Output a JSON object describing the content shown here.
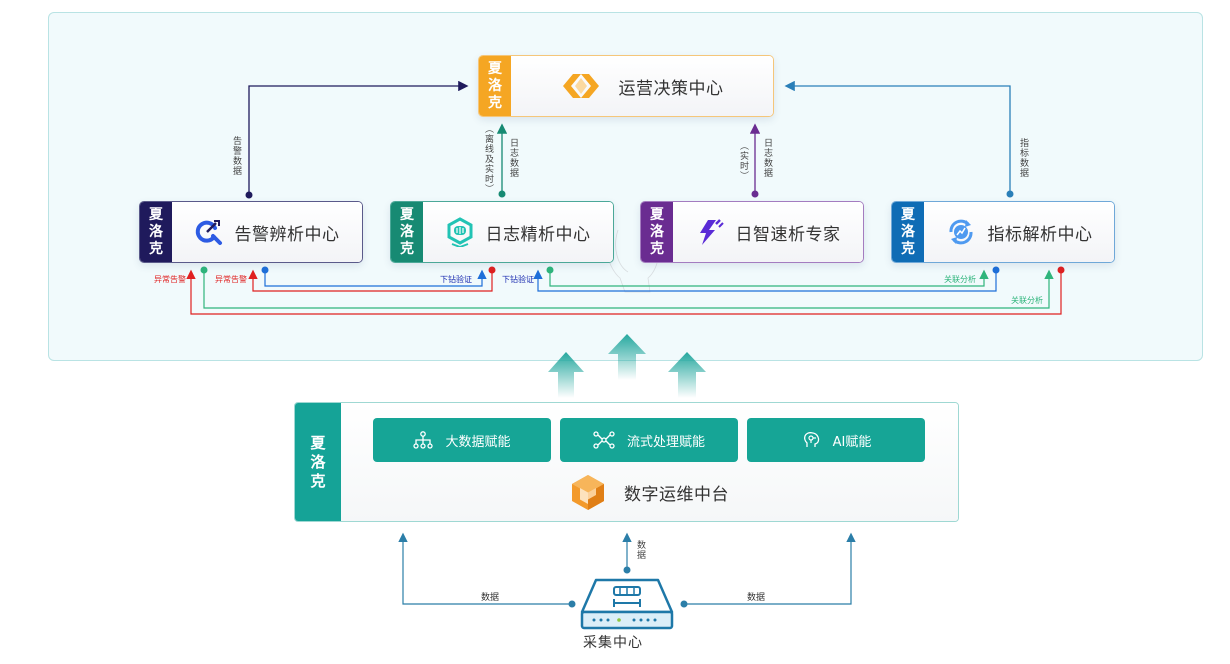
{
  "brand": {
    "chars": [
      "夏",
      "洛",
      "克"
    ]
  },
  "colors": {
    "decision": "#f5a623",
    "alarm": "#1f1a5c",
    "log": "#178a73",
    "smart": "#6a2c91",
    "metric": "#0f6cb5",
    "platform": "#16a596",
    "red": "#e02020",
    "green": "#2fb57c",
    "blue": "#1e6fd9"
  },
  "top": {
    "decision_center": {
      "label": "运营决策中心",
      "icon": "diamond-logo-icon"
    }
  },
  "middle": {
    "nodes": [
      {
        "id": "alarm",
        "label": "告警辨析中心",
        "icon": "target-search-icon"
      },
      {
        "id": "log",
        "label": "日志精析中心",
        "icon": "audio-wave-shield-icon"
      },
      {
        "id": "smart",
        "label": "日智速析专家",
        "icon": "lightning-bolt-icon"
      },
      {
        "id": "metric",
        "label": "指标解析中心",
        "icon": "refresh-chart-icon"
      }
    ]
  },
  "flows": {
    "alarm_to_decision": "告警数据",
    "log_to_decision": "日志数据",
    "log_to_decision_note": "（离线及实时）",
    "smart_to_decision": "日志数据",
    "smart_to_decision_note": "（实时）",
    "metric_to_decision": "指标数据",
    "anomaly_alarm_1": "异常告警",
    "anomaly_alarm_2": "异常告警",
    "drill_verify_1": "下钻验证",
    "drill_verify_2": "下钻验证",
    "correlation_1": "关联分析",
    "correlation_2": "关联分析"
  },
  "platform": {
    "title": "数字运维中台",
    "capabilities": [
      {
        "label": "大数据赋能",
        "icon": "hierarchy-icon"
      },
      {
        "label": "流式处理赋能",
        "icon": "network-nodes-icon"
      },
      {
        "label": "AI赋能",
        "icon": "ai-head-icon"
      }
    ]
  },
  "collector": {
    "label": "采集中心",
    "flow_left": "数据",
    "flow_center": "数据",
    "flow_right": "数据"
  }
}
